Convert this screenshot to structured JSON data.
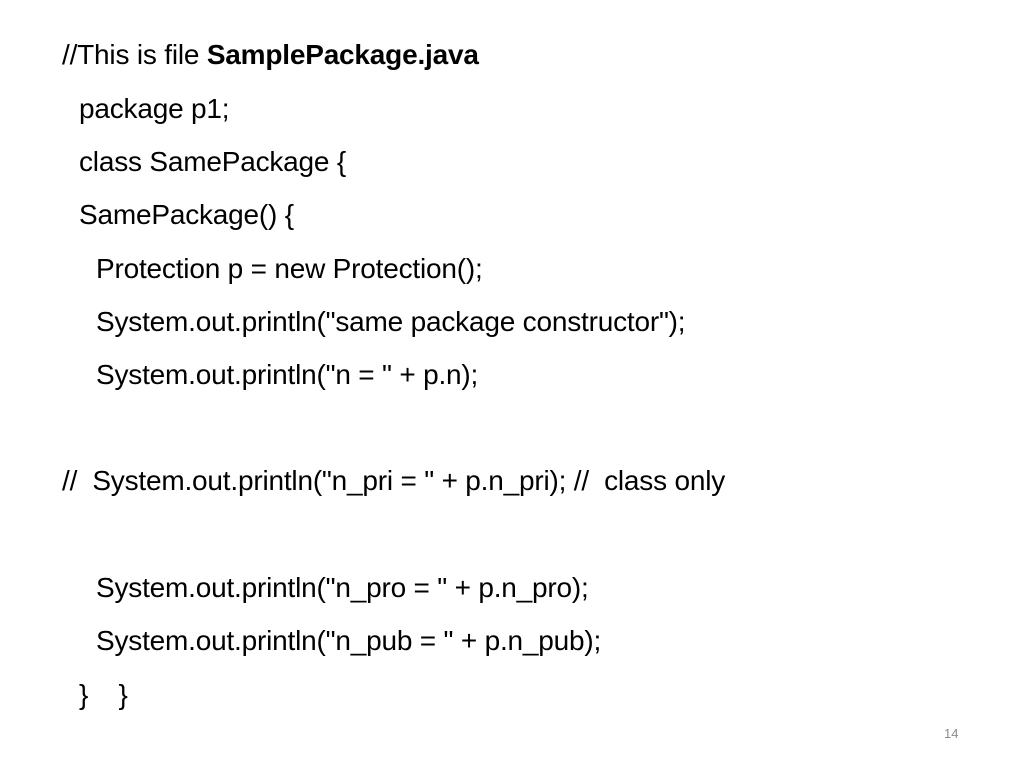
{
  "slide": {
    "lines": [
      {
        "prefix": "//This is file ",
        "bold": "SamplePackage.java"
      },
      {
        "text": "package p1;"
      },
      {
        "text": "class SamePackage {"
      },
      {
        "text": "SamePackage() {"
      },
      {
        "text": "Protection p = new Protection();"
      },
      {
        "text": "System.out.println(\"same package constructor\");"
      },
      {
        "text": "System.out.println(\"n = \" + p.n);"
      },
      {
        "text": "//  System.out.println(\"n_pri = \" + p.n_pri); //  class only"
      },
      {
        "text": "System.out.println(\"n_pro = \" + p.n_pro);"
      },
      {
        "text": "System.out.println(\"n_pub = \" + p.n_pub);"
      },
      {
        "text": "}    }"
      }
    ],
    "page_number": "14"
  }
}
